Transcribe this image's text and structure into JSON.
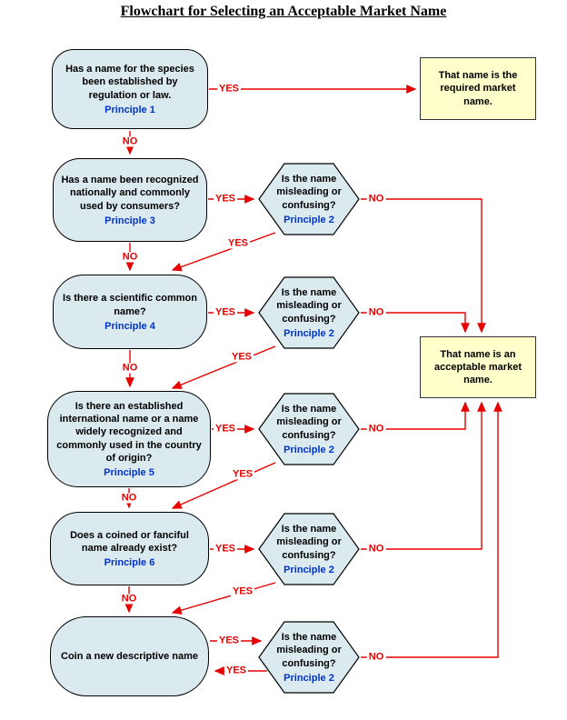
{
  "title": "Flowchart for Selecting an Acceptable Market Name",
  "labels": {
    "yes": "YES",
    "no": "NO"
  },
  "colors": {
    "node_fill": "#dbeaee",
    "terminal_fill": "#ffffcc",
    "arrow": "#e60000",
    "principle": "#0033cc"
  },
  "nodes": {
    "q1": {
      "text": "Has a name for the species been established by regulation or law.",
      "principle": "Principle 1"
    },
    "q2": {
      "text": "Has a name been recognized nationally and commonly used by consumers?",
      "principle": "Principle 3"
    },
    "q3": {
      "text": "Is there a scientific common name?",
      "principle": "Principle 4"
    },
    "q4": {
      "text": "Is there an established international name or a name widely recognized and commonly used in the country of origin?",
      "principle": "Principle 5"
    },
    "q5": {
      "text": "Does a coined or fanciful name already exist?",
      "principle": "Principle 6"
    },
    "q6": {
      "text": "Coin a new descriptive name"
    },
    "hex": {
      "text": "Is the name misleading or confusing?",
      "principle": "Principle 2"
    },
    "r1": {
      "text": "That name is the required market name."
    },
    "r2": {
      "text": "That name is an acceptable market name."
    }
  }
}
